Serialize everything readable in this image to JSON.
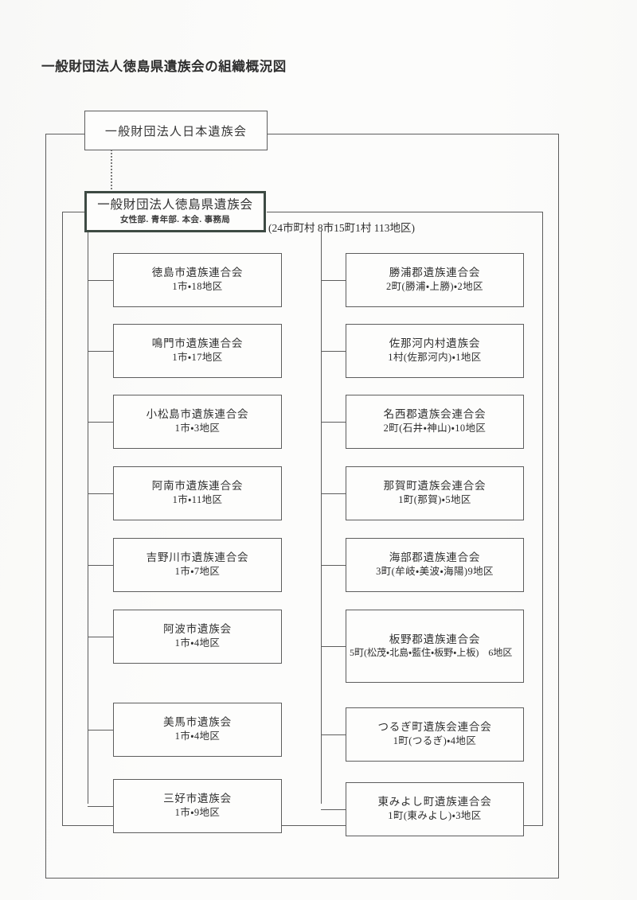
{
  "document": {
    "title": "一般財団法人徳島県遺族会の組織概況図"
  },
  "head": {
    "national": {
      "label": "一般財団法人日本遺族会"
    },
    "prefectural": {
      "label": "一般財団法人徳島県遺族会",
      "sub": "女性部. 青年部. 本会. 事務局"
    },
    "summary": "(24市町村  8市15町1村  113地区)"
  },
  "columns": {
    "left": [
      {
        "name": "徳島市遺族連合会",
        "detail": "1市・18地区"
      },
      {
        "name": "鳴門市遺族連合会",
        "detail": "1市・17地区"
      },
      {
        "name": "小松島市遺族連合会",
        "detail": "1市・3地区"
      },
      {
        "name": "阿南市遺族連合会",
        "detail": "1市・11地区"
      },
      {
        "name": "吉野川市遺族連合会",
        "detail": "1市・7地区"
      },
      {
        "name": "阿波市遺族会",
        "detail": "1市・4地区"
      },
      {
        "name": "美馬市遺族会",
        "detail": "1市・4地区"
      },
      {
        "name": "三好市遺族会",
        "detail": "1市・9地区"
      }
    ],
    "right": [
      {
        "name": "勝浦郡遺族連合会",
        "detail": "2町(勝浦・上勝)・2地区"
      },
      {
        "name": "佐那河内村遺族会",
        "detail": "1村(佐那河内)・1地区"
      },
      {
        "name": "名西郡遺族会連合会",
        "detail": "2町(石井・神山)・10地区"
      },
      {
        "name": "那賀町遺族会連合会",
        "detail": "1町(那賀)・5地区"
      },
      {
        "name": "海部郡遺族連合会",
        "detail": "3町(牟岐・美波・海陽)9地区"
      },
      {
        "name": "板野郡遺族連合会",
        "detail": "5町(松茂・北島・藍住・板野・上板)　6地区"
      },
      {
        "name": "つるぎ町遺族会連合会",
        "detail": "1町(つるぎ)・4地区"
      },
      {
        "name": "東みよし町遺族連合会",
        "detail": "1町(東みよし)・3地区"
      }
    ]
  }
}
